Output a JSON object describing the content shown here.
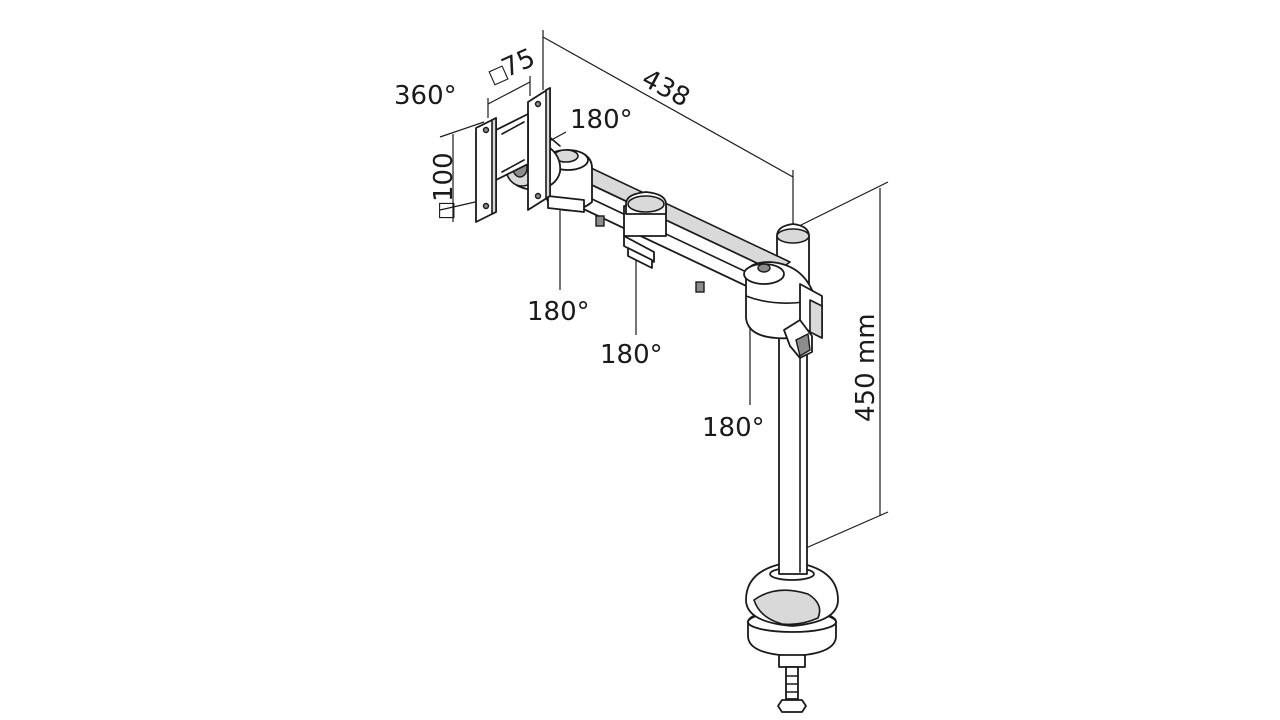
{
  "labels": {
    "vesa_rotation": "360°",
    "vesa_small": "75",
    "vesa_large": "100",
    "vesa_square_symbol": "□",
    "arm_length": "438",
    "head_tilt": "180°",
    "joint_1": "180°",
    "joint_2": "180°",
    "joint_3": "180°",
    "pole_height": "450 mm"
  },
  "colors": {
    "line": "#1a1a1a",
    "shade": "#d9d9d9",
    "dark": "#8c8c8c",
    "background": "#ffffff"
  }
}
